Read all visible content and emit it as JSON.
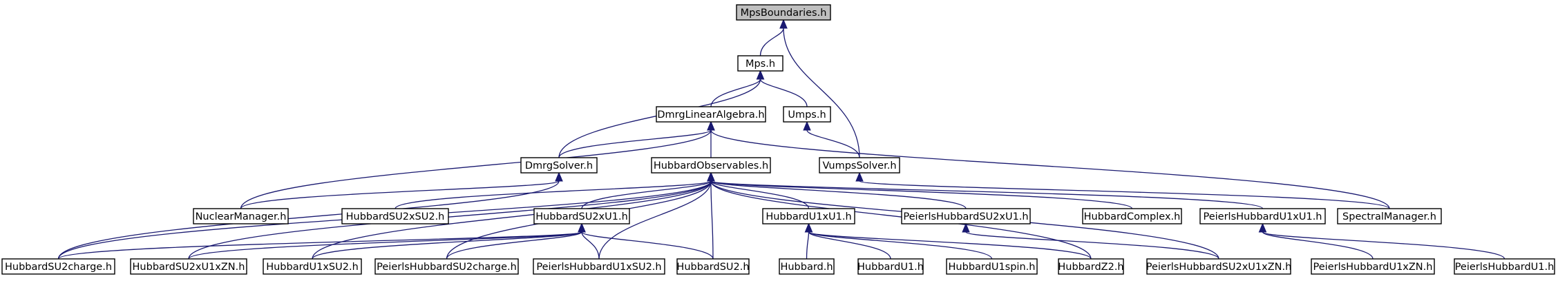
{
  "diagram": {
    "colors": {
      "edge": "#191970",
      "root_fill": "#bfbfbf",
      "node_fill": "#ffffff",
      "border": "#000000"
    },
    "nodes": [
      {
        "id": "MpsBoundaries.h",
        "label": "MpsBoundaries.h",
        "root": true
      },
      {
        "id": "Mps.h",
        "label": "Mps.h"
      },
      {
        "id": "DmrgLinearAlgebra.h",
        "label": "DmrgLinearAlgebra.h"
      },
      {
        "id": "Umps.h",
        "label": "Umps.h"
      },
      {
        "id": "DmrgSolver.h",
        "label": "DmrgSolver.h"
      },
      {
        "id": "HubbardObservables.h",
        "label": "HubbardObservables.h"
      },
      {
        "id": "VumpsSolver.h",
        "label": "VumpsSolver.h"
      },
      {
        "id": "NuclearManager.h",
        "label": "NuclearManager.h"
      },
      {
        "id": "HubbardSU2xSU2.h",
        "label": "HubbardSU2xSU2.h"
      },
      {
        "id": "HubbardSU2xU1.h",
        "label": "HubbardSU2xU1.h"
      },
      {
        "id": "HubbardU1xU1.h",
        "label": "HubbardU1xU1.h"
      },
      {
        "id": "PeierlsHubbardSU2xU1.h",
        "label": "PeierlsHubbardSU2xU1.h"
      },
      {
        "id": "HubbardComplex.h",
        "label": "HubbardComplex.h"
      },
      {
        "id": "PeierlsHubbardU1xU1.h",
        "label": "PeierlsHubbardU1xU1.h"
      },
      {
        "id": "SpectralManager.h",
        "label": "SpectralManager.h"
      },
      {
        "id": "HubbardSU2charge.h",
        "label": "HubbardSU2charge.h"
      },
      {
        "id": "HubbardSU2xU1xZN.h",
        "label": "HubbardSU2xU1xZN.h"
      },
      {
        "id": "HubbardU1xSU2.h",
        "label": "HubbardU1xSU2.h"
      },
      {
        "id": "PeierlsHubbardSU2charge.h",
        "label": "PeierlsHubbardSU2charge.h"
      },
      {
        "id": "PeierlsHubbardU1xSU2.h",
        "label": "PeierlsHubbardU1xSU2.h"
      },
      {
        "id": "HubbardSU2.h",
        "label": "HubbardSU2.h"
      },
      {
        "id": "Hubbard.h",
        "label": "Hubbard.h"
      },
      {
        "id": "HubbardU1.h",
        "label": "HubbardU1.h"
      },
      {
        "id": "HubbardU1spin.h",
        "label": "HubbardU1spin.h"
      },
      {
        "id": "HubbardZ2.h",
        "label": "HubbardZ2.h"
      },
      {
        "id": "PeierlsHubbardSU2xU1xZN.h",
        "label": "PeierlsHubbardSU2xU1xZN.h"
      },
      {
        "id": "PeierlsHubbardU1xZN.h",
        "label": "PeierlsHubbardU1xZN.h"
      },
      {
        "id": "PeierlsHubbardU1.h",
        "label": "PeierlsHubbardU1.h"
      }
    ],
    "edges": [
      {
        "from": "Mps.h",
        "to": "MpsBoundaries.h"
      },
      {
        "from": "VumpsSolver.h",
        "to": "MpsBoundaries.h"
      },
      {
        "from": "DmrgLinearAlgebra.h",
        "to": "Mps.h"
      },
      {
        "from": "Umps.h",
        "to": "Mps.h"
      },
      {
        "from": "DmrgSolver.h",
        "to": "Mps.h"
      },
      {
        "from": "VumpsSolver.h",
        "to": "Umps.h"
      },
      {
        "from": "DmrgSolver.h",
        "to": "DmrgLinearAlgebra.h"
      },
      {
        "from": "HubbardObservables.h",
        "to": "DmrgLinearAlgebra.h"
      },
      {
        "from": "NuclearManager.h",
        "to": "DmrgLinearAlgebra.h"
      },
      {
        "from": "SpectralManager.h",
        "to": "DmrgLinearAlgebra.h"
      },
      {
        "from": "NuclearManager.h",
        "to": "DmrgSolver.h"
      },
      {
        "from": "HubbardSU2charge.h",
        "to": "DmrgSolver.h"
      },
      {
        "from": "SpectralManager.h",
        "to": "VumpsSolver.h"
      },
      {
        "from": "HubbardSU2xSU2.h",
        "to": "HubbardObservables.h"
      },
      {
        "from": "HubbardSU2xU1.h",
        "to": "HubbardObservables.h"
      },
      {
        "from": "HubbardU1xU1.h",
        "to": "HubbardObservables.h"
      },
      {
        "from": "PeierlsHubbardSU2xU1.h",
        "to": "HubbardObservables.h"
      },
      {
        "from": "HubbardComplex.h",
        "to": "HubbardObservables.h"
      },
      {
        "from": "PeierlsHubbardU1xU1.h",
        "to": "HubbardObservables.h"
      },
      {
        "from": "HubbardSU2charge.h",
        "to": "HubbardObservables.h"
      },
      {
        "from": "HubbardSU2xU1xZN.h",
        "to": "HubbardObservables.h"
      },
      {
        "from": "HubbardU1xSU2.h",
        "to": "HubbardObservables.h"
      },
      {
        "from": "PeierlsHubbardSU2charge.h",
        "to": "HubbardObservables.h"
      },
      {
        "from": "PeierlsHubbardU1xSU2.h",
        "to": "HubbardObservables.h"
      },
      {
        "from": "HubbardSU2.h",
        "to": "HubbardObservables.h"
      },
      {
        "from": "HubbardZ2.h",
        "to": "HubbardObservables.h"
      },
      {
        "from": "PeierlsHubbardSU2xU1xZN.h",
        "to": "HubbardObservables.h"
      },
      {
        "from": "HubbardSU2charge.h",
        "to": "HubbardSU2xU1.h"
      },
      {
        "from": "HubbardSU2xU1xZN.h",
        "to": "HubbardSU2xU1.h"
      },
      {
        "from": "HubbardU1xSU2.h",
        "to": "HubbardSU2xU1.h"
      },
      {
        "from": "PeierlsHubbardSU2charge.h",
        "to": "HubbardSU2xU1.h"
      },
      {
        "from": "PeierlsHubbardU1xSU2.h",
        "to": "HubbardSU2xU1.h"
      },
      {
        "from": "HubbardSU2.h",
        "to": "HubbardSU2xU1.h"
      },
      {
        "from": "Hubbard.h",
        "to": "HubbardU1xU1.h"
      },
      {
        "from": "HubbardU1.h",
        "to": "HubbardU1xU1.h"
      },
      {
        "from": "HubbardU1spin.h",
        "to": "HubbardU1xU1.h"
      },
      {
        "from": "HubbardZ2.h",
        "to": "HubbardU1xU1.h"
      },
      {
        "from": "PeierlsHubbardSU2xU1xZN.h",
        "to": "PeierlsHubbardSU2xU1.h"
      },
      {
        "from": "PeierlsHubbardU1xZN.h",
        "to": "PeierlsHubbardU1xU1.h"
      },
      {
        "from": "PeierlsHubbardU1.h",
        "to": "PeierlsHubbardU1xU1.h"
      }
    ]
  }
}
